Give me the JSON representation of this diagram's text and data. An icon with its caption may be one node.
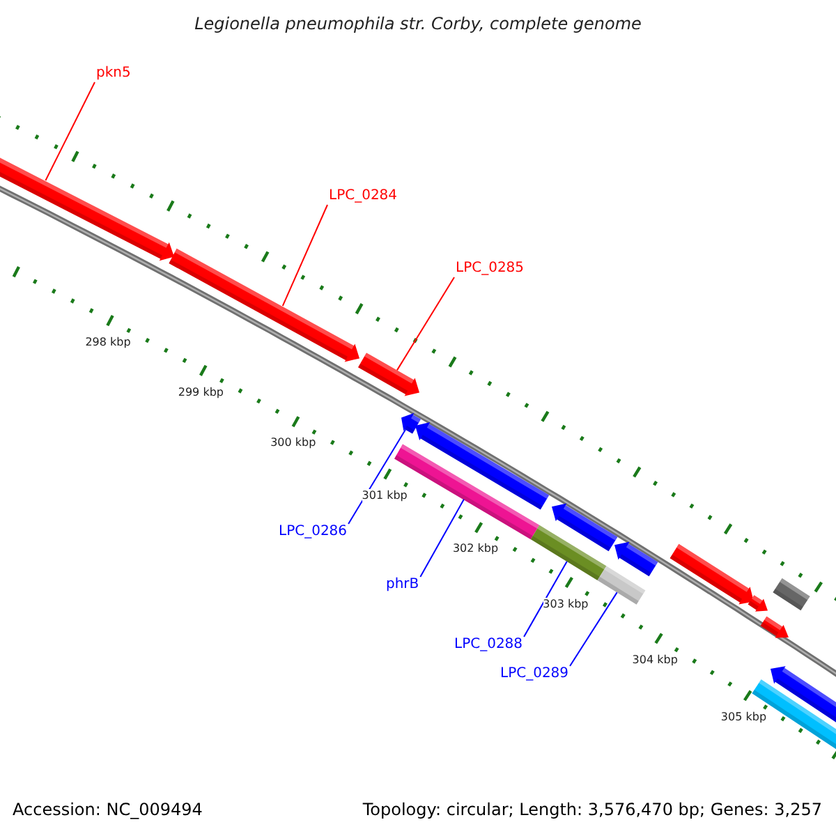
{
  "diagram": {
    "title": "Legionella pneumophila str. Corby, complete genome",
    "nodes": [
      {
        "text": [
          "pkn5"
        ]
      },
      {
        "text": [],
        "shape": "arrow"
      },
      {
        "text": [
          "LPC_0284"
        ]
      },
      {
        "text": [],
        "shape": "arrow"
      },
      {
        "text": [
          "LPC_0285"
        ]
      },
      {
        "text": [],
        "shape": "arrow"
      },
      {
        "text": [
          "LPC_0286"
        ]
      },
      {
        "text": [],
        "shape": "arrow"
      },
      {
        "text": [
          "phrB"
        ]
      },
      {
        "text": [],
        "shape": "bar"
      },
      {
        "text": [
          "LPC_0288"
        ]
      },
      {
        "text": [],
        "shape": "bar"
      },
      {
        "text": [
          "LPC_0289"
        ]
      },
      {
        "text": [],
        "shape": "bar"
      }
    ],
    "edges": [
      {
        "from": 0,
        "to": 1,
        "arrow": "none",
        "color": "#ff0000"
      },
      {
        "from": 2,
        "to": 3,
        "arrow": "none",
        "color": "#ff0000"
      },
      {
        "from": 4,
        "to": 5,
        "arrow": "none",
        "color": "#ff0000"
      },
      {
        "from": 6,
        "to": 7,
        "arrow": "none",
        "color": "#0000ff"
      },
      {
        "from": 8,
        "to": 9,
        "arrow": "none",
        "color": "#0000ff"
      },
      {
        "from": 10,
        "to": 11,
        "arrow": "none",
        "color": "#0000ff"
      },
      {
        "from": 12,
        "to": 13,
        "arrow": "none",
        "color": "#0000ff"
      }
    ],
    "labels": [
      "298 kbp",
      "299 kbp",
      "300 kbp",
      "301 kbp",
      "302 kbp",
      "303 kbp",
      "304 kbp",
      "305 kbp",
      "Accession: NC_009494",
      "Topology: circular; Length: 3,576,470 bp; Genes: 3,257"
    ]
  }
}
